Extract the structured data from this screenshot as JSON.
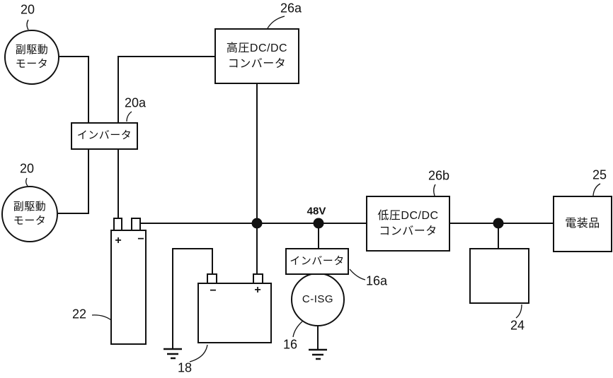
{
  "figure": {
    "kind": "48V hybrid power-supply block diagram",
    "bus_voltage": "48V"
  },
  "colors": {
    "ink": "#111111",
    "background": "#ffffff"
  },
  "components": {
    "motor_top": {
      "ref": "20",
      "text": "副駆動\nモータ"
    },
    "motor_bottom": {
      "ref": "20",
      "text": "副駆動\nモータ"
    },
    "main_inverter": {
      "ref": "20a",
      "text": "インバータ"
    },
    "hv_dcdc": {
      "ref": "26a",
      "text": "高圧DC/DC\nコンバータ"
    },
    "lv_dcdc": {
      "ref": "26b",
      "text": "低圧DC/DC\nコンバータ"
    },
    "electrical_equipment": {
      "ref": "25",
      "text": "電装品"
    },
    "battery_48v": {
      "ref": "22",
      "plus": "+",
      "minus": "−"
    },
    "battery_12v": {
      "ref": "18",
      "plus": "+",
      "minus": "−"
    },
    "cisg": {
      "ref": "16",
      "text": "C-ISG"
    },
    "cisg_inverter": {
      "ref": "16a",
      "text": "インバータ"
    },
    "load_box": {
      "ref": "24"
    }
  }
}
